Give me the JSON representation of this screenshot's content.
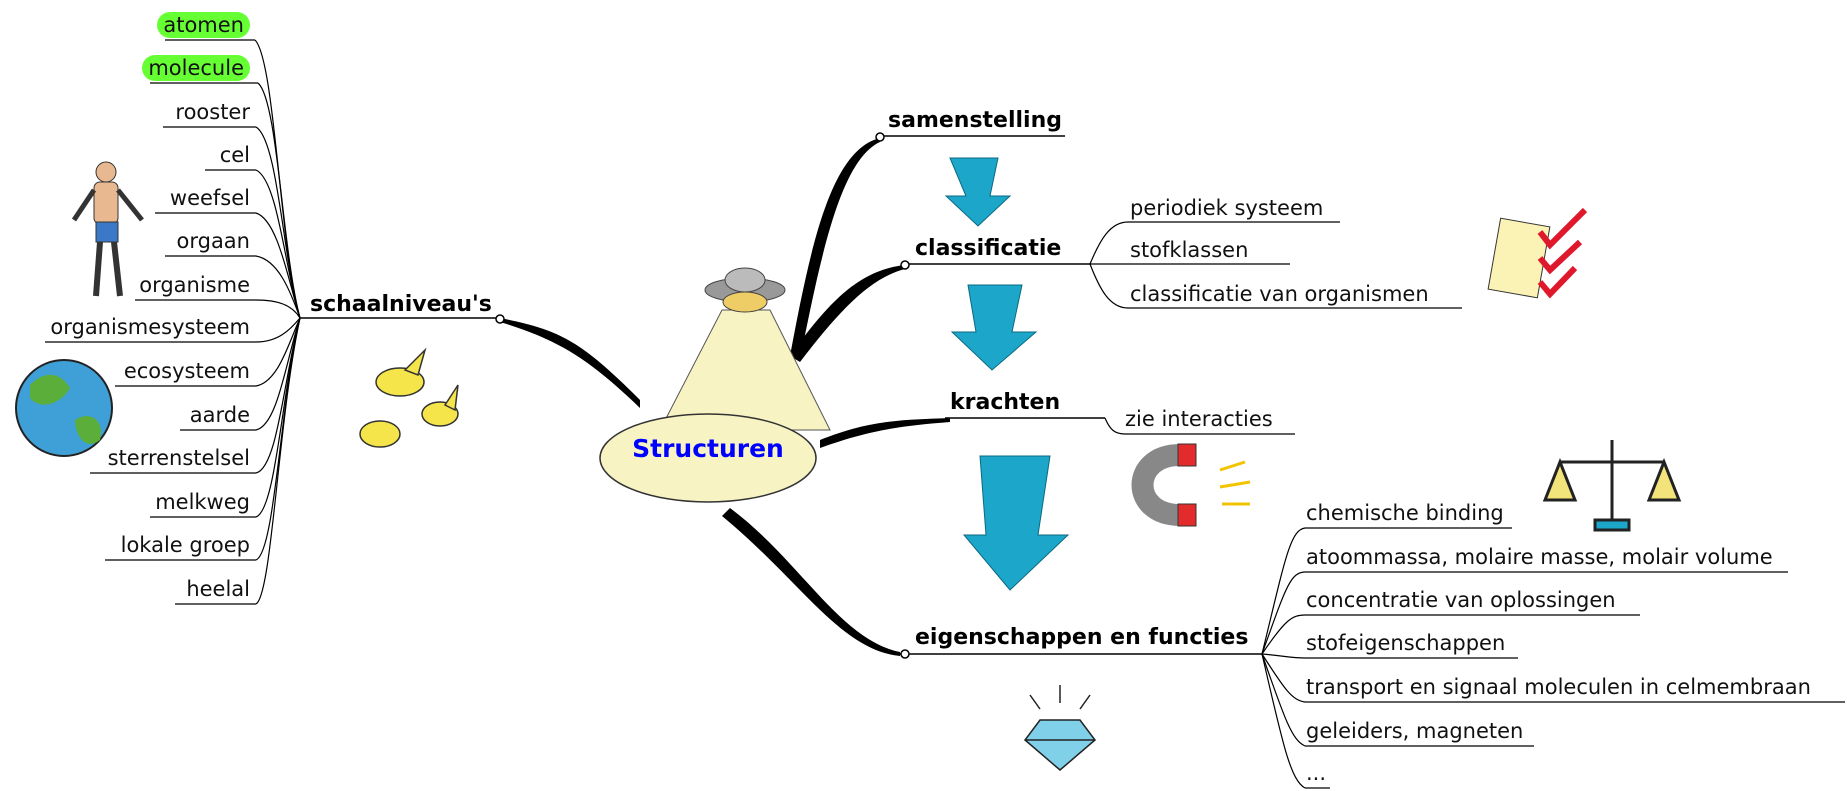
{
  "center": {
    "label": "Structuren"
  },
  "branches": [
    {
      "label": "schaalniveau's",
      "children": [
        "atomen",
        "molecule",
        "rooster",
        "cel",
        "weefsel",
        "orgaan",
        "organisme",
        "organismesysteem",
        "ecosysteem",
        "aarde",
        "sterrenstelsel",
        "melkweg",
        "lokale groep",
        "heelal"
      ],
      "highlighted": [
        "atomen",
        "molecule"
      ]
    },
    {
      "label": "samenstelling",
      "children": []
    },
    {
      "label": "classificatie",
      "children": [
        "periodiek systeem",
        "stofklassen",
        "classificatie van organismen"
      ]
    },
    {
      "label": "krachten",
      "children": [
        "zie interacties"
      ]
    },
    {
      "label": "eigenschappen en functies",
      "children": [
        "chemische binding",
        "atoommassa, molaire masse, molair volume",
        "concentratie van oplossingen",
        "stofeigenschappen",
        "transport en signaal moleculen in celmembraan",
        "geleiders, magneten",
        "..."
      ]
    }
  ],
  "colors": {
    "highlight": "#66ff33",
    "arrow": "#1ca6c9",
    "center_text": "#0000ff",
    "center_fill": "#f7f3c3"
  },
  "icons": [
    "ufo-icon",
    "man-icon",
    "earth-icon",
    "birds-icon",
    "checklist-icon",
    "magnet-icon",
    "scale-icon",
    "diamond-icon",
    "down-arrow-icon"
  ]
}
